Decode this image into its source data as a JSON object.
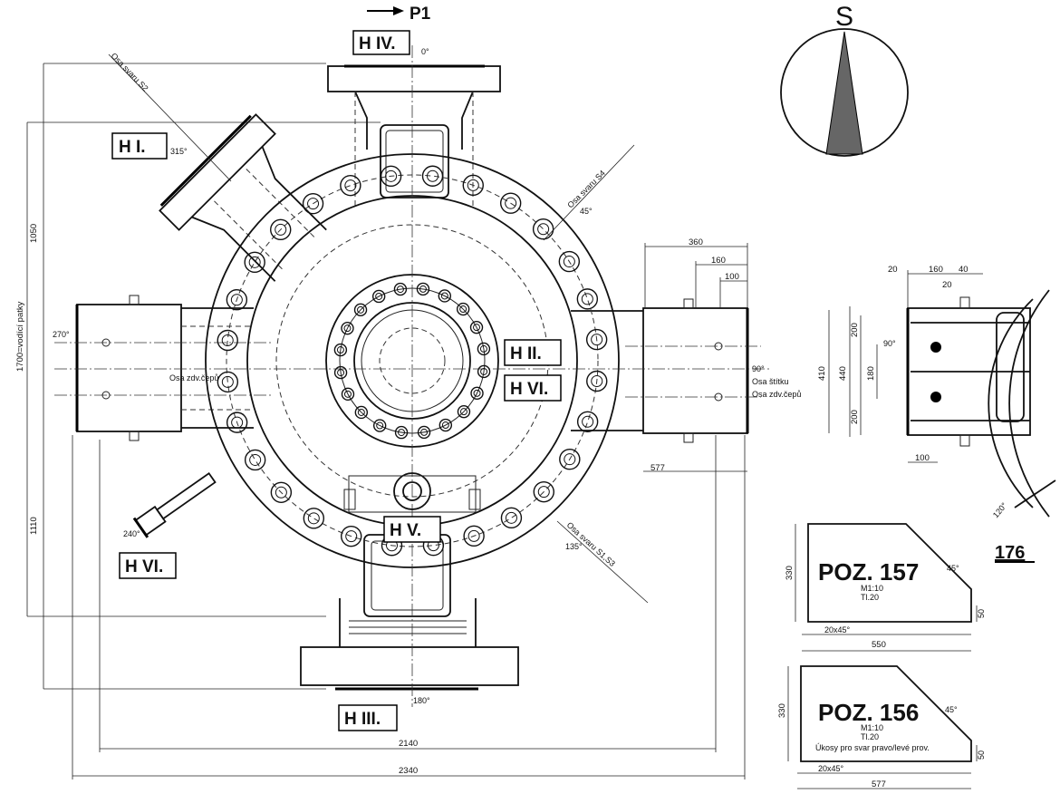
{
  "direction_label": "P1",
  "compass_label": "S",
  "nozzle_labels": {
    "h4": "H IV.",
    "h1": "H I.",
    "h2": "H II.",
    "h6_center": "H VI.",
    "h5": "H V.",
    "h6_left": "H VI.",
    "h3": "H III."
  },
  "angles": {
    "a0": "0°",
    "a315": "315°",
    "a45": "45°",
    "a270": "270°",
    "a90": "90°",
    "a240": "240°",
    "a135": "135°",
    "a180": "180°",
    "a90_right": "90°",
    "a120": "120°"
  },
  "weld_axes": {
    "s2": "Osa svaru S2",
    "s4": "Osa svaru S4",
    "s1s3": "Osa svaru S1,S3"
  },
  "axis_notes": {
    "pivot_left": "Osa zdv.čepů",
    "label_line1": "90°",
    "label_line2": "Osa štítku",
    "label_line3": "Osa zdv.čepů"
  },
  "dimensions": {
    "d1050": "1050",
    "d1700": "1700=vodící patky",
    "d1110": "1110",
    "d2140": "2140",
    "d2340": "2340",
    "d360": "360",
    "d160": "160",
    "d100": "100",
    "d410": "410",
    "d440": "440",
    "d577": "577",
    "r20a": "20",
    "r160": "160",
    "r40": "40",
    "r20b": "20",
    "r200a": "200",
    "r180": "180",
    "r90": "90°",
    "r200b": "200",
    "r100": "100"
  },
  "detail_number": "176",
  "plates": [
    {
      "pos": "POZ. 157",
      "scale": "M1:10",
      "thickness": "Tl.20",
      "height": "330",
      "bevel": "20x45°",
      "width": "550",
      "edge": "50",
      "angle": "45°",
      "note": ""
    },
    {
      "pos": "POZ. 156",
      "scale": "M1:10",
      "thickness": "Tl.20",
      "height": "330",
      "bevel": "20x45°",
      "width": "577",
      "edge": "50",
      "angle": "45°",
      "note": "Úkosy pro svar pravo/levé prov."
    }
  ],
  "colors": {
    "ink": "#111111",
    "paper": "#ffffff",
    "hatch": "#555555"
  }
}
